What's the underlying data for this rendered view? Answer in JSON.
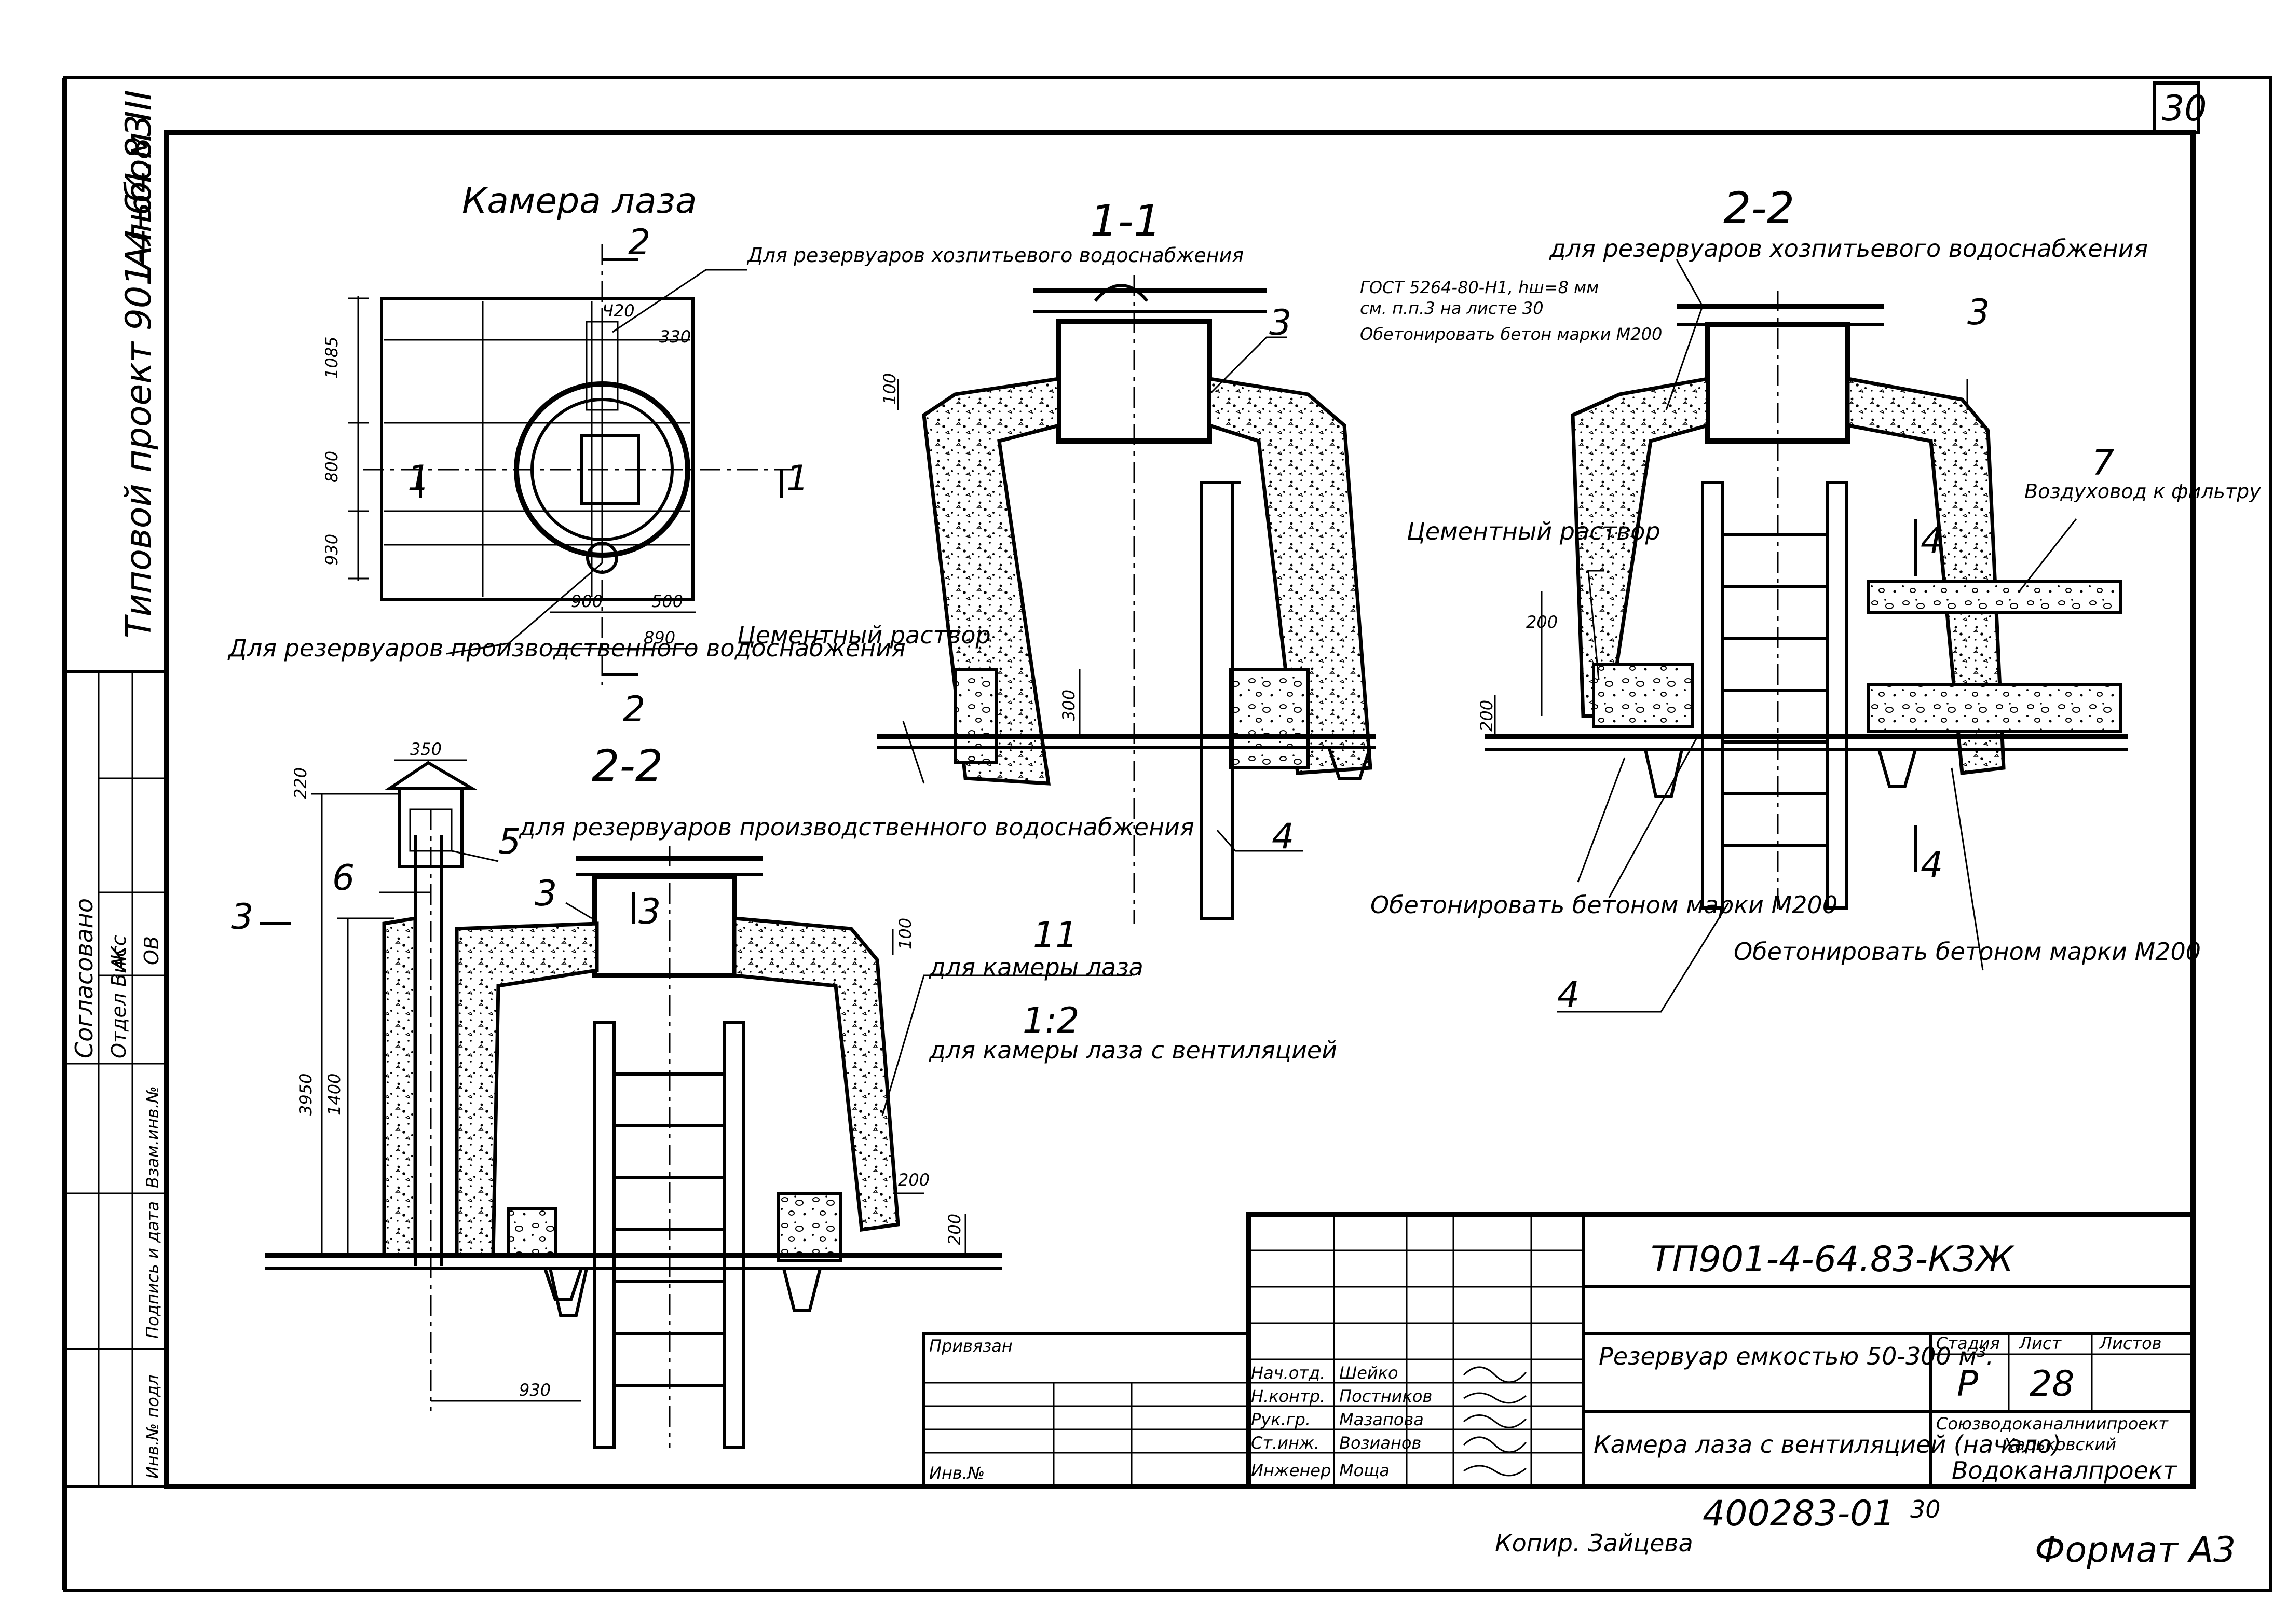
{
  "sheet": {
    "sheet_number": "30",
    "album_label": "Альбом III",
    "project_label": "Типовой проект 901-4-64.83",
    "format_label": "Формат А3",
    "copier_label": "Копир. Зайцева",
    "archive_number": "400283-01",
    "archive_sheet": "30"
  },
  "approval": {
    "title": "Согласовано",
    "headers": [
      "Отдел ВиК",
      "Асс",
      "ОВ"
    ],
    "side_labels": [
      "Инв.№ подл",
      "Подпись и дата",
      "Взам.инв.№"
    ]
  },
  "plan_view": {
    "title": "Камера лаза",
    "section_mark_1": "1",
    "section_mark_2": "2",
    "note_potable": "Для резервуаров хозпитьевого водоснабжения",
    "note_industrial": "Для резервуаров производственного водоснабжения",
    "dims": {
      "d1": "1085",
      "d2": "800",
      "d3": "930",
      "d4": "900",
      "d5": "500",
      "d6": "890",
      "d7": "330",
      "d8": "Ч20"
    }
  },
  "section_1_1": {
    "title": "1-1",
    "label_mortar": "Цементный раствор",
    "pos_3": "3",
    "pos_4": "4",
    "dim_100": "100",
    "dim_300": "300"
  },
  "section_2_2_potable": {
    "title": "2-2",
    "subtitle": "для резервуаров хозпитьевого водоснабжения",
    "note_gost": "ГОСТ 5264-80-Н1, hш=8 мм",
    "note_see": "см. п.п.3 на листе 30",
    "note_concrete": "Обетонировать бетон марки М200",
    "label_mortar": "Цементный раствор",
    "label_concrete_a": "Обетонировать бетоном марки М200",
    "label_concrete_b": "Обетонировать бетоном марки М200",
    "label_duct": "Воздуховод к фильтру",
    "pos_3": "3",
    "pos_4": "4",
    "pos_7": "7",
    "mark_4": "4",
    "dim_200a": "200",
    "dim_200b": "200"
  },
  "section_2_2_industrial": {
    "title": "2-2",
    "subtitle": "для резервуаров производственного водоснабжения",
    "pos_3": "3",
    "pos_5": "5",
    "pos_6": "6",
    "pos_11": "11",
    "note_11": "для камеры лаза",
    "ratio": "1:2",
    "note_ratio": "для камеры лаза с вентиляцией",
    "mark_3": "3",
    "dim_350": "350",
    "dim_220": "220",
    "dim_3950": "3950",
    "dim_1400": "1400",
    "dim_100": "100",
    "dim_200a": "200",
    "dim_200b": "200",
    "dim_930": "930"
  },
  "title_block": {
    "code": "ТП901-4-64.83-КЗЖ",
    "bound_label": "Привязан",
    "inv_label": "Инв.№",
    "roles": [
      "Нач.отд.",
      "Н.контр.",
      "Рук.гр.",
      "Ст.инж.",
      "Инженер"
    ],
    "names": [
      "Шейко",
      "Постников",
      "Мазапова",
      "Возианов",
      "Моща"
    ],
    "object_name": "Резервуар емкостью 50-300 м³.",
    "sheet_name": "Камера лаза с вентиляцией (начало)",
    "stage_header": "Стадия",
    "sheet_header": "Лист",
    "sheets_header": "Листов",
    "stage": "Р",
    "sheet": "28",
    "org_line1": "Союзводоканалниипроект",
    "org_line2": "Харьковский",
    "org_line3": "Водоканалпроект"
  }
}
